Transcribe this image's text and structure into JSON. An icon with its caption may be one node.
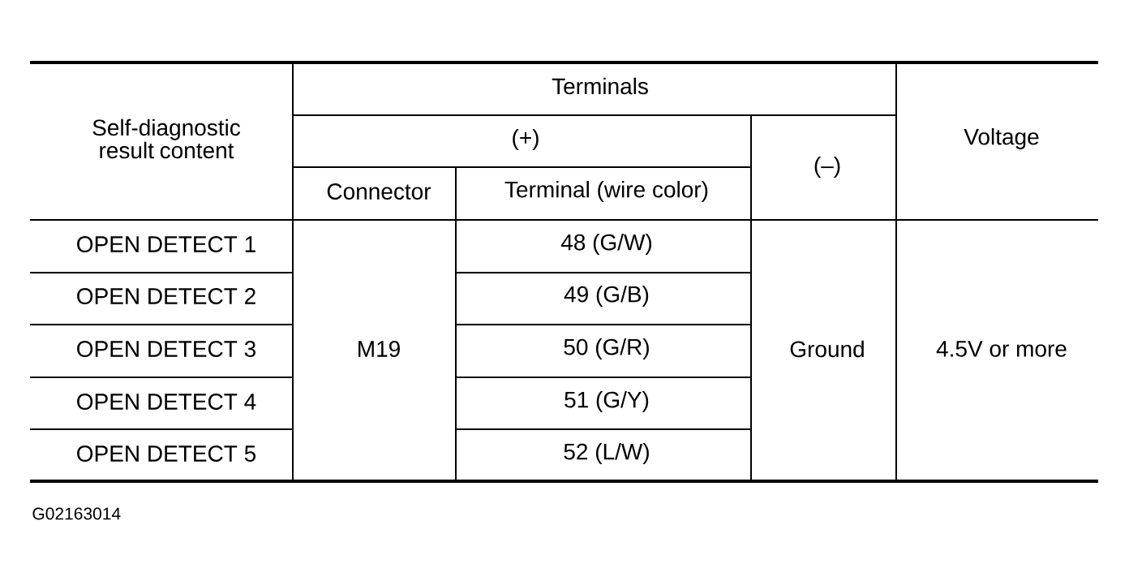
{
  "diagram": {
    "labels": [
      "Self-diagnostic result content",
      "Terminals",
      "Voltage",
      "(+)",
      "(–)",
      "Connector",
      "Terminal (wire color)",
      "OPEN DETECT 1",
      "M19",
      "48 (G/W)",
      "Ground",
      "4.5V or more",
      "OPEN DETECT 2",
      "49 (G/B)",
      "OPEN DETECT 3",
      "50 (G/R)",
      "OPEN DETECT 4",
      "51 (G/Y)",
      "OPEN DETECT 5",
      "52 (L/W)",
      "G02163014"
    ]
  }
}
